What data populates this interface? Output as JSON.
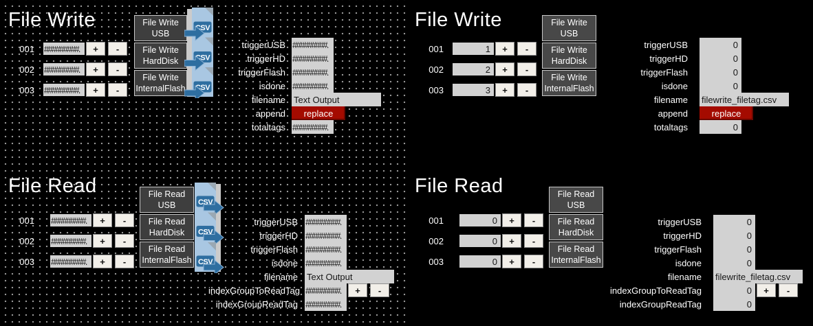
{
  "controls": {
    "increment": "+",
    "decrement": "-"
  },
  "colors": {
    "accent_red": "#a40b00",
    "csv_blue_dark": "#2e6ea0",
    "csv_blue_light": "#a9c7e2",
    "field_gray": "#d2d2d2",
    "device_button_dark": "#3e3e3e",
    "device_button_light": "#484848"
  },
  "write_sim": {
    "title": "File Write",
    "csv_label": "CSV",
    "rows": [
      {
        "id": "001",
        "value": "#########."
      },
      {
        "id": "002",
        "value": "#########."
      },
      {
        "id": "003",
        "value": "#########."
      }
    ],
    "devices": [
      "File Write USB",
      "File Write HardDisk",
      "File Write InternalFlash"
    ],
    "params": [
      {
        "label": "triggerUSB",
        "value": "#########."
      },
      {
        "label": "triggerHD",
        "value": "#########."
      },
      {
        "label": "triggerFlash",
        "value": "#########."
      },
      {
        "label": "isdone",
        "value": "#########."
      },
      {
        "label": "filename",
        "value": "Text Output"
      },
      {
        "label": "append",
        "value": "replace"
      },
      {
        "label": "totaltags",
        "value": "#########."
      }
    ]
  },
  "write_live": {
    "title": "File Write",
    "rows": [
      {
        "id": "001",
        "value": "1"
      },
      {
        "id": "002",
        "value": "2"
      },
      {
        "id": "003",
        "value": "3"
      }
    ],
    "devices": [
      "File Write USB",
      "File Write HardDisk",
      "File Write InternalFlash"
    ],
    "params": [
      {
        "label": "triggerUSB",
        "value": "0"
      },
      {
        "label": "triggerHD",
        "value": "0"
      },
      {
        "label": "triggerFlash",
        "value": "0"
      },
      {
        "label": "isdone",
        "value": "0"
      },
      {
        "label": "filename",
        "value": "filewrite_filetag.csv"
      },
      {
        "label": "append",
        "value": "replace"
      },
      {
        "label": "totaltags",
        "value": "0"
      }
    ]
  },
  "read_sim": {
    "title": "File Read",
    "csv_label": "CSV",
    "rows": [
      {
        "id": "001",
        "value": "#########."
      },
      {
        "id": "002",
        "value": "#########."
      },
      {
        "id": "003",
        "value": "#########."
      }
    ],
    "devices": [
      "File Read USB",
      "File Read HardDisk",
      "File Read InternalFlash"
    ],
    "params": [
      {
        "label": "triggerUSB",
        "value": "#########."
      },
      {
        "label": "triggerHD",
        "value": "#########."
      },
      {
        "label": "triggerFlash",
        "value": "#########."
      },
      {
        "label": "isdone",
        "value": "#########."
      },
      {
        "label": "filename",
        "value": "Text Output"
      },
      {
        "label": "indexGroupToReadTag",
        "value": "#########."
      },
      {
        "label": "indexGroupReadTag",
        "value": "#########."
      }
    ]
  },
  "read_live": {
    "title": "File Read",
    "rows": [
      {
        "id": "001",
        "value": "0"
      },
      {
        "id": "002",
        "value": "0"
      },
      {
        "id": "003",
        "value": "0"
      }
    ],
    "devices": [
      "File Read USB",
      "File Read HardDisk",
      "File Read InternalFlash"
    ],
    "params": [
      {
        "label": "triggerUSB",
        "value": "0"
      },
      {
        "label": "triggerHD",
        "value": "0"
      },
      {
        "label": "triggerFlash",
        "value": "0"
      },
      {
        "label": "isdone",
        "value": "0"
      },
      {
        "label": "filename",
        "value": "filewrite_filetag.csv"
      },
      {
        "label": "indexGroupToReadTag",
        "value": "0"
      },
      {
        "label": "indexGroupReadTag",
        "value": "0"
      }
    ]
  }
}
